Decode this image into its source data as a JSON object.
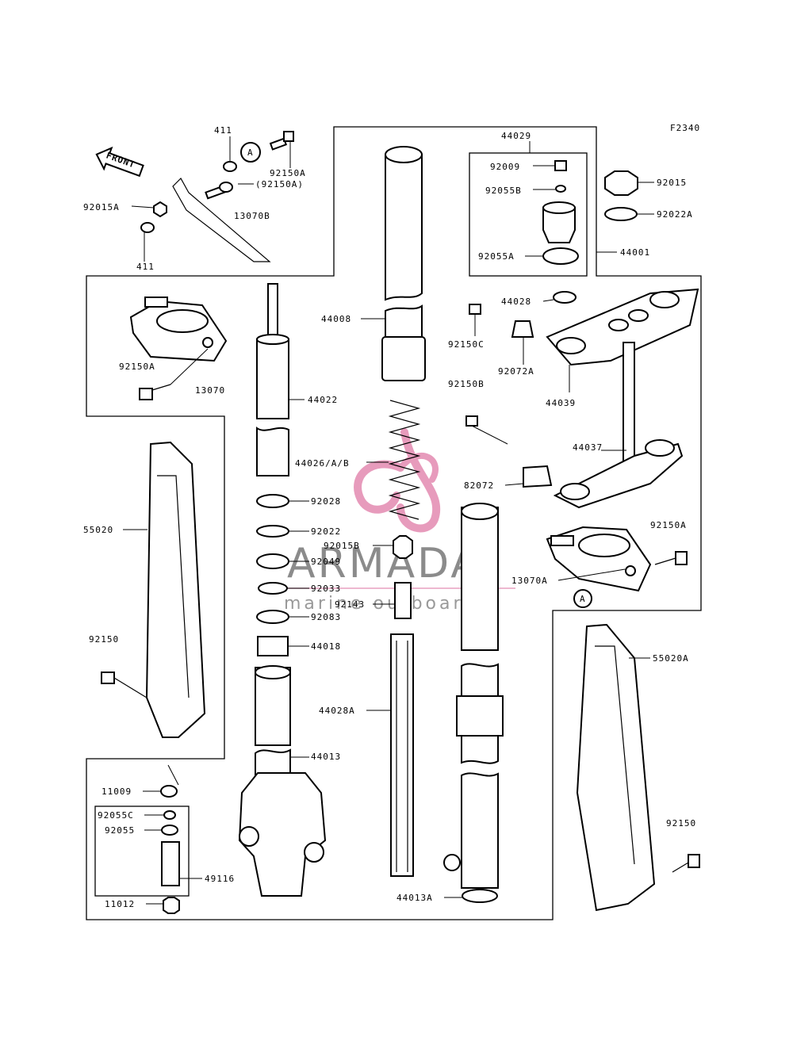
{
  "figure_code": "F2340",
  "front_arrow_label": "FRONT",
  "circle_marker": "A",
  "watermark": {
    "brand": "ARMADA",
    "tagline": "marine outboards",
    "logo_color": "#e07aa6"
  },
  "labels": {
    "p411_top": "411",
    "p92150A_top": "92150A",
    "p92150A_paren": "(92150A)",
    "p92015A": "92015A",
    "p13070B": "13070B",
    "p411_bottom": "411",
    "p44029": "44029",
    "p92009": "92009",
    "p92055B": "92055B",
    "p92055A": "92055A",
    "p92015": "92015",
    "p92022A": "92022A",
    "p44001": "44001",
    "p44008": "44008",
    "p44028": "44028",
    "p92150C": "92150C",
    "p92072A": "92072A",
    "p44039": "44039",
    "p92150A_left": "92150A",
    "p13070": "13070",
    "p44022": "44022",
    "p92150B": "92150B",
    "p44026": "44026/A/B",
    "p44037": "44037",
    "p82072": "82072",
    "p55020": "55020",
    "p92028": "92028",
    "p92022": "92022",
    "p92015B": "92015B",
    "p92049": "92049",
    "p92033": "92033",
    "p92143": "92143",
    "p92083": "92083",
    "p44018": "44018",
    "p92150A_right": "92150A",
    "p13070A": "13070A",
    "p55020A": "55020A",
    "p92150_left": "92150",
    "p44028A": "44028A",
    "p44013": "44013",
    "p11009": "11009",
    "p92055C": "92055C",
    "p92055": "92055",
    "p49116": "49116",
    "p11012": "11012",
    "p44013A": "44013A",
    "p92150_right": "92150"
  }
}
